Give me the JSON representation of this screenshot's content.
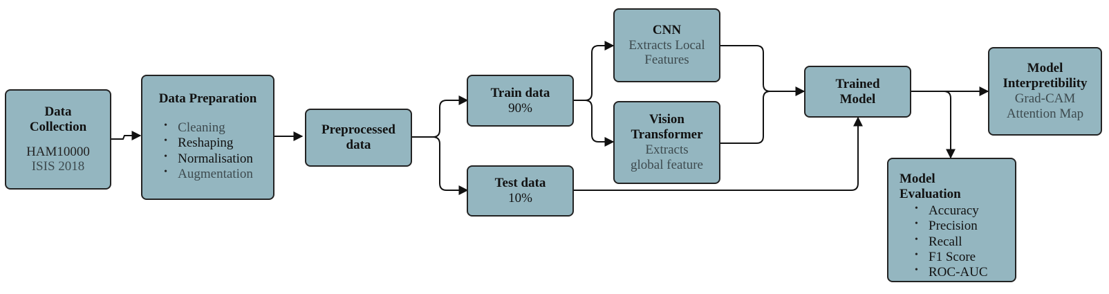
{
  "nodes": {
    "data_collection": {
      "title": "Data\nCollection",
      "line1": "HAM10000",
      "line2": "ISIS 2018"
    },
    "data_preparation": {
      "title": "Data Preparation",
      "items": [
        "Cleaning",
        "Reshaping",
        "Normalisation",
        "Augmentation"
      ]
    },
    "preprocessed": {
      "title": "Preprocessed\ndata"
    },
    "train": {
      "title": "Train data",
      "value": "90%"
    },
    "test": {
      "title": "Test data",
      "value": "10%"
    },
    "cnn": {
      "title": "CNN",
      "desc": "Extracts Local\nFeatures"
    },
    "vit": {
      "title": "Vision\nTransformer",
      "desc": "Extracts\nglobal feature"
    },
    "trained_model": {
      "title": "Trained\nModel"
    },
    "interpretability": {
      "title": "Model\nInterpretibility",
      "line1": "Grad-CAM",
      "line2": "Attention Map"
    },
    "evaluation": {
      "title": "Model\nEvaluation",
      "items": [
        "Accuracy",
        "Precision",
        "Recall",
        "F1 Score",
        "ROC-AUC"
      ]
    }
  },
  "style": {
    "box_fill": "#94b6c0",
    "box_border": "#222222",
    "arrow_color": "#111111"
  }
}
